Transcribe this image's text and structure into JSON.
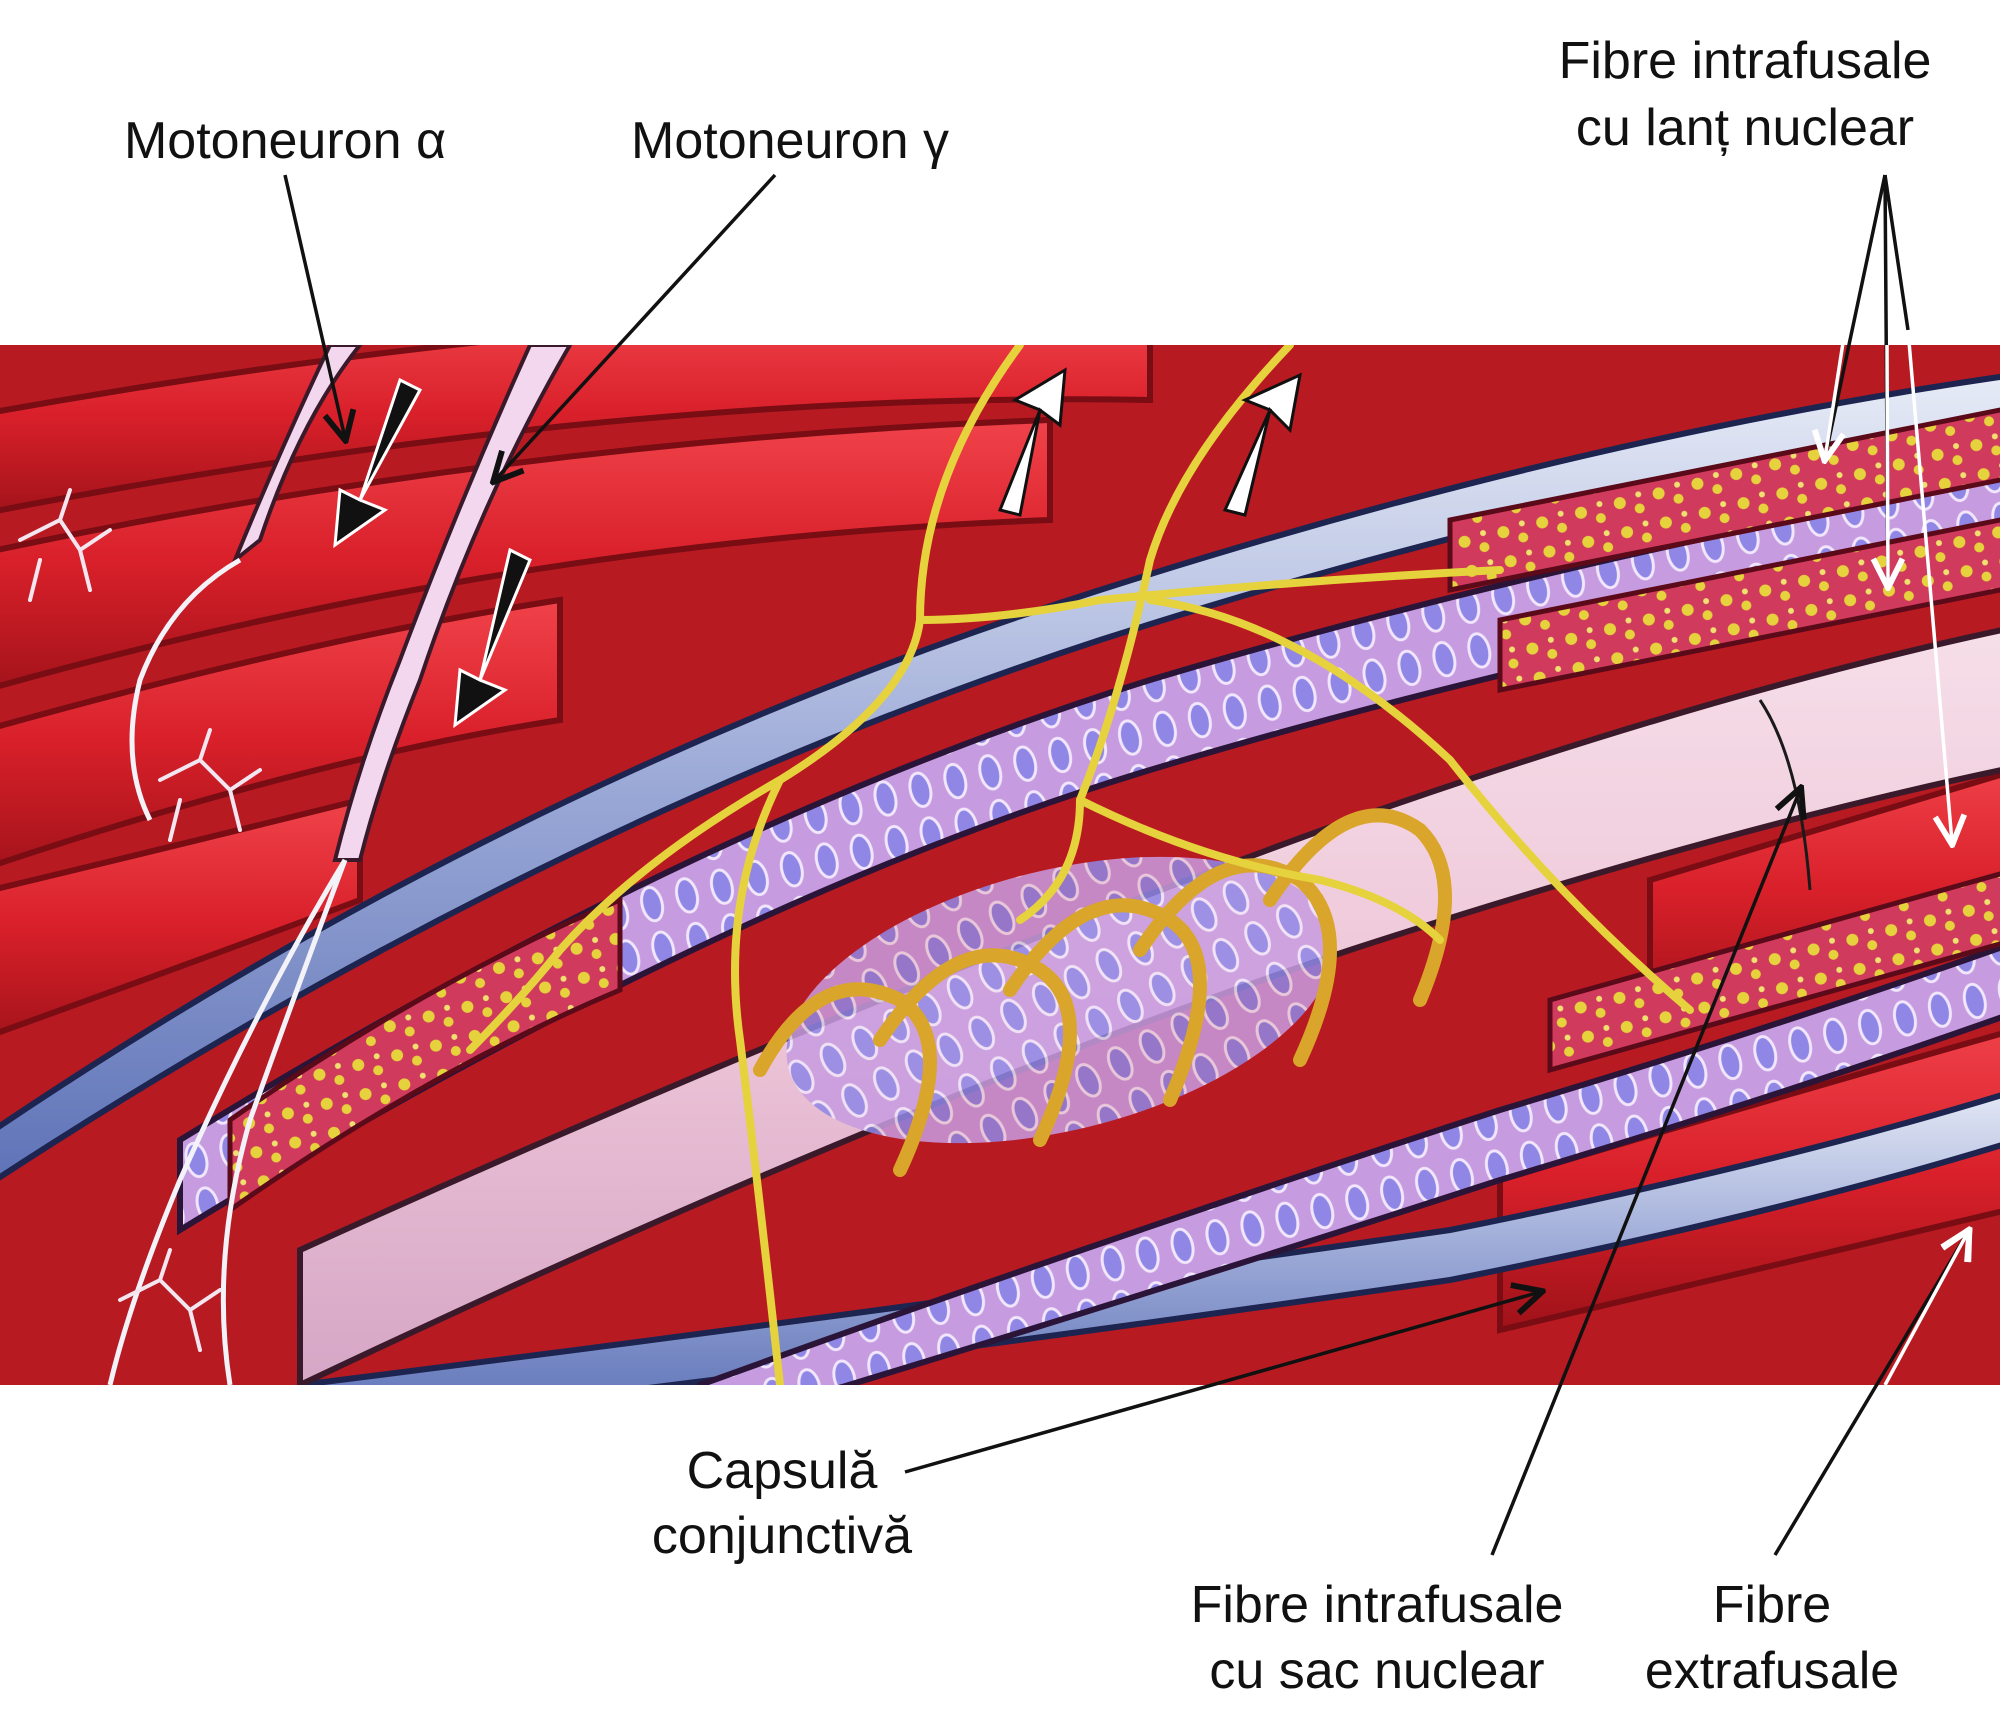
{
  "labels": {
    "alpha_motoneuron": "Motoneuron α",
    "gamma_motoneuron": "Motoneuron γ",
    "chain_fibers_line1": "Fibre intrafusale",
    "chain_fibers_line2": "cu lanț nuclear",
    "capsule_line1": "Capsulă",
    "capsule_line2": "conjunctivă",
    "bag_fibers_line1": "Fibre intrafusale",
    "bag_fibers_line2": "cu sac nuclear",
    "extrafusal_line1": "Fibre",
    "extrafusal_line2": "extrafusale"
  },
  "colors": {
    "muscle_red": "#d9202a",
    "muscle_dark": "#8e0f18",
    "capsule_blue": "#5a6fb5",
    "intrafusal_purple": "#c79be0",
    "nucleus_blue": "#8f86e6",
    "nerve_yellow": "#e6d23c",
    "ending_gold": "#d9a52a",
    "label_text": "#111111",
    "leader_black": "#111111",
    "leader_white": "#ffffff"
  }
}
